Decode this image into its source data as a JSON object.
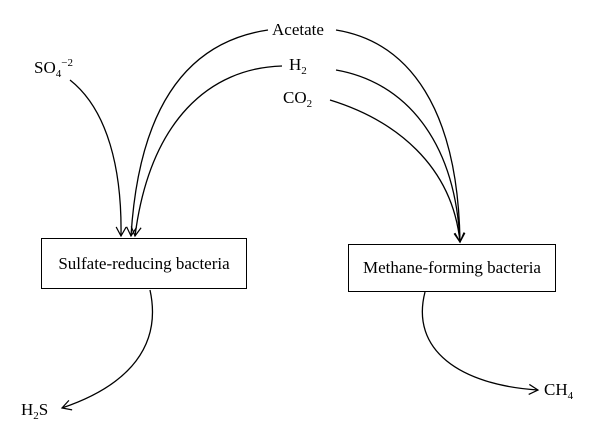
{
  "inputs": {
    "acetate": "Acetate",
    "h2": {
      "base": "H",
      "sub": "2"
    },
    "co2": {
      "base": "CO",
      "sub": "2"
    },
    "sulfate": {
      "base": "SO",
      "sub": "4",
      "sup": "−2"
    }
  },
  "processes": {
    "sulfate_reducing": "Sulfate-reducing bacteria",
    "methane_forming": "Methane-forming bacteria"
  },
  "outputs": {
    "h2s": {
      "base": "H",
      "sub": "2",
      "tail": "S"
    },
    "ch4": {
      "base": "CH",
      "sub": "4"
    }
  },
  "colors": {
    "line": "#000000",
    "text": "#000000",
    "background": "#ffffff"
  }
}
